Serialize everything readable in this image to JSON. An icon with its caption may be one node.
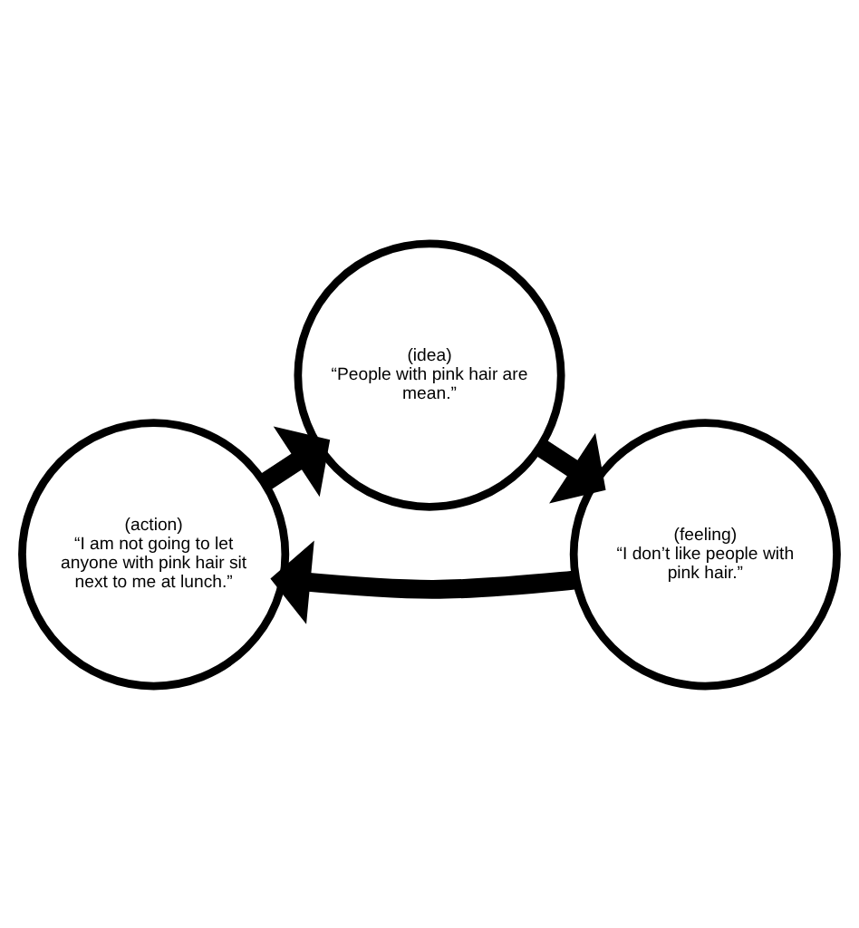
{
  "diagram": {
    "nodes": [
      {
        "text": [
          "(idea)",
          "“People with pink hair are mean.”"
        ]
      },
      {
        "text": [
          "(feeling)",
          "“I don’t like people with pink hair.”"
        ]
      },
      {
        "text": [
          "(action)",
          "“I am not going to let anyone with pink hair sit next to me at lunch.”"
        ]
      }
    ],
    "edges": [
      {
        "from": 0,
        "to": 1,
        "arrow": "to"
      },
      {
        "from": 1,
        "to": 2,
        "arrow": "to"
      },
      {
        "from": 2,
        "to": 0,
        "arrow": "to"
      }
    ]
  }
}
